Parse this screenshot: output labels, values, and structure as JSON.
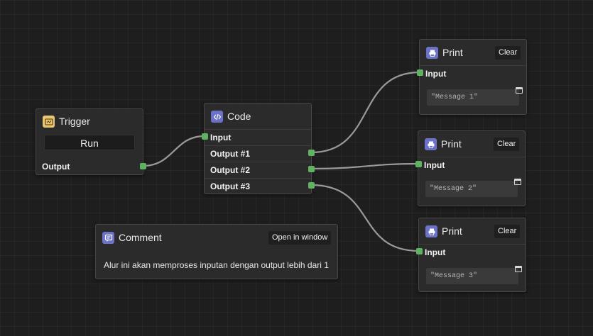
{
  "trigger": {
    "title": "Trigger",
    "run_label": "Run",
    "output_label": "Output"
  },
  "code": {
    "title": "Code",
    "input_label": "Input",
    "outputs": [
      "Output #1",
      "Output #2",
      "Output #3"
    ]
  },
  "prints": [
    {
      "title": "Print",
      "clear_label": "Clear",
      "input_label": "Input",
      "message": "\"Message 1\""
    },
    {
      "title": "Print",
      "clear_label": "Clear",
      "input_label": "Input",
      "message": "\"Message 2\""
    },
    {
      "title": "Print",
      "clear_label": "Clear",
      "input_label": "Input",
      "message": "\"Message 3\""
    }
  ],
  "comment": {
    "title": "Comment",
    "open_label": "Open in window",
    "text": "Alur ini akan memproses inputan dengan output lebih dari 1"
  },
  "colors": {
    "port": "#5fb25f",
    "wire": "#9a9a9a",
    "trigger_icon": "#e8c877",
    "node_icon": "#6b72c8"
  },
  "icons": {
    "trigger": "trigger-icon",
    "code": "code-icon",
    "print": "printer-icon",
    "comment": "comment-icon",
    "window": "window-icon"
  }
}
